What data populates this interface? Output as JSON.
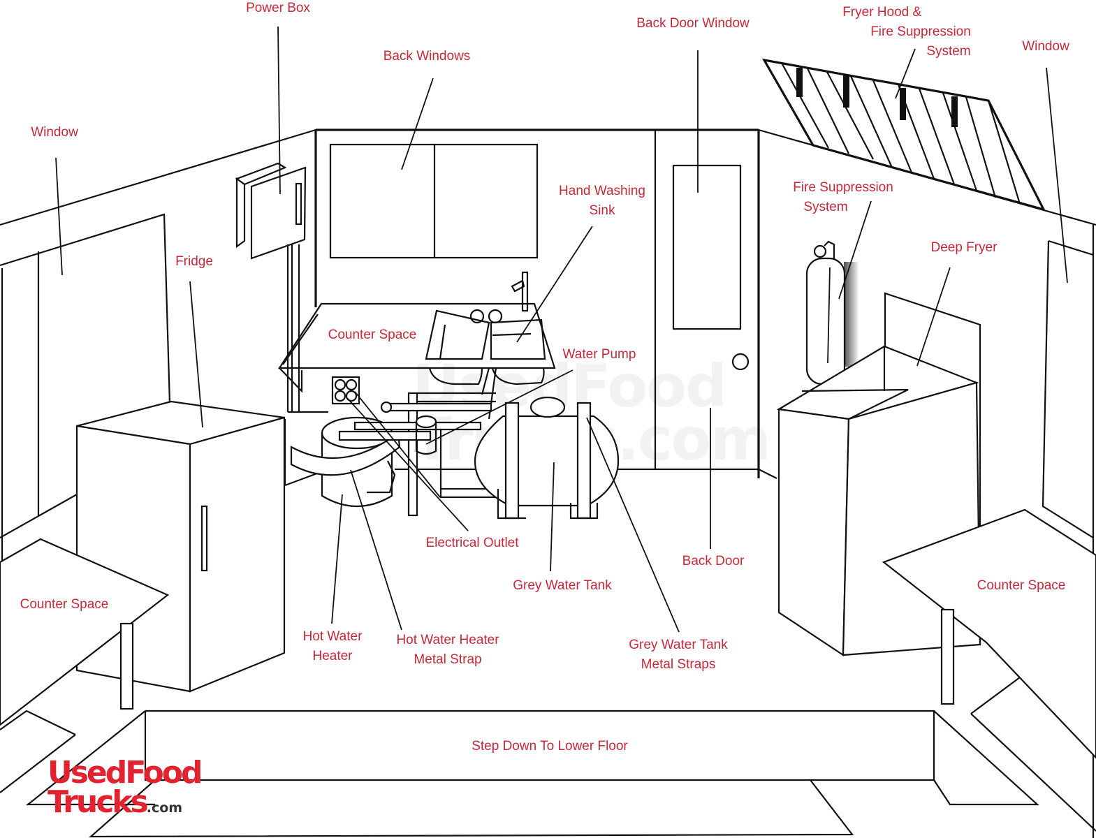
{
  "diagram": {
    "title": "Food Trailer Interior Layout",
    "label_color": "#c8283a",
    "labels": {
      "power_box": "Power Box",
      "back_windows": "Back Windows",
      "back_door_window": "Back Door Window",
      "fryer_hood_line1": "Fryer Hood &",
      "fryer_hood_line2": "Fire Suppression",
      "fryer_hood_line3": "System",
      "window_right": "Window",
      "window_left": "Window",
      "fridge": "Fridge",
      "hand_washing_line1": "Hand Washing",
      "hand_washing_line2": "Sink",
      "fire_suppression_line1": "Fire Suppression",
      "fire_suppression_line2": "System",
      "deep_fryer": "Deep Fryer",
      "counter_space_back": "Counter Space",
      "water_pump": "Water Pump",
      "electrical_outlet": "Electrical Outlet",
      "back_door": "Back Door",
      "grey_water_tank": "Grey Water Tank",
      "counter_space_left": "Counter Space",
      "counter_space_right": "Counter Space",
      "hot_water_heater_line1": "Hot Water",
      "hot_water_heater_line2": "Heater",
      "hot_water_strap_line1": "Hot Water Heater",
      "hot_water_strap_line2": "Metal Strap",
      "grey_water_straps_line1": "Grey Water Tank",
      "grey_water_straps_line2": "Metal Straps",
      "step_down": "Step Down To Lower Floor"
    }
  },
  "branding": {
    "logo_line1": "UsedFood",
    "logo_line2": "Trucks",
    "logo_suffix": ".com",
    "watermark_line1": "UsedFood",
    "watermark_line2": "Trucks.com",
    "brand_color": "#e3222f"
  }
}
